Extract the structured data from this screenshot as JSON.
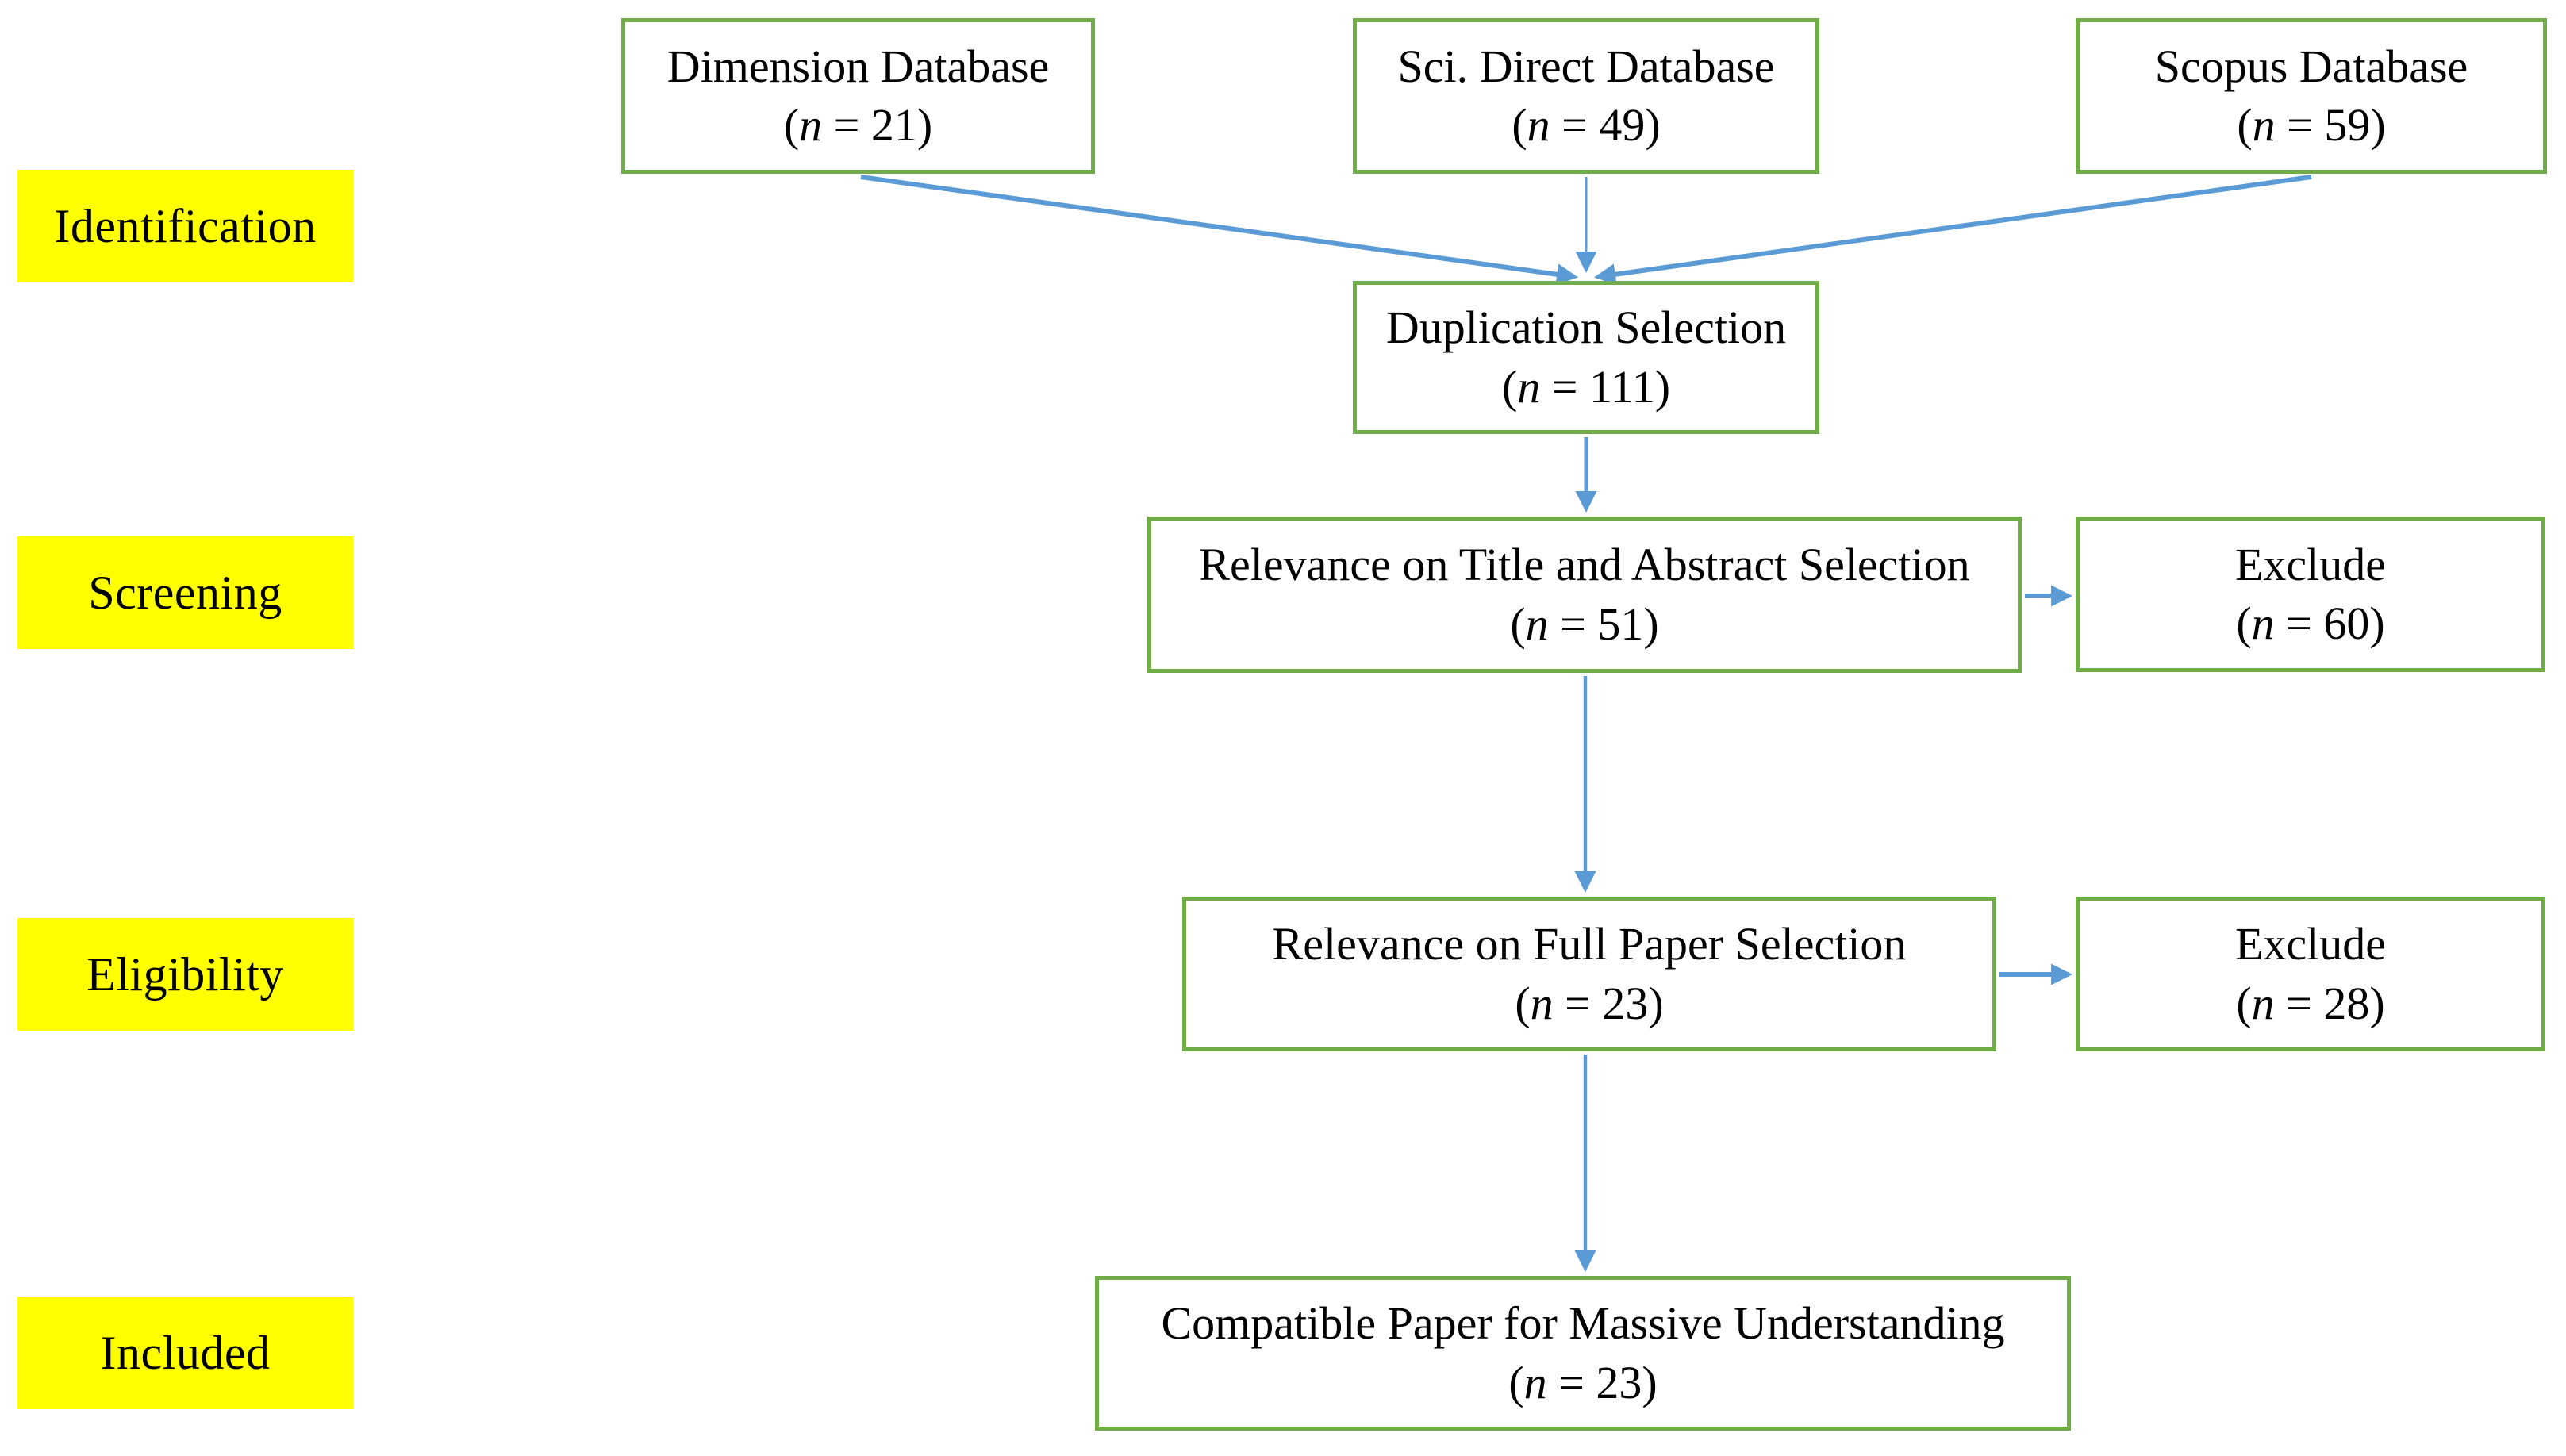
{
  "diagram": {
    "type": "prisma-flow",
    "colors": {
      "box_border": "#70AD47",
      "arrow": "#5B9BD5",
      "stage_bg": "#FFFF00",
      "text": "#000000"
    },
    "stages": [
      {
        "id": "identification",
        "label": "Identification"
      },
      {
        "id": "screening",
        "label": "Screening"
      },
      {
        "id": "eligibility",
        "label": "Eligibility"
      },
      {
        "id": "included",
        "label": "Included"
      }
    ],
    "nodes": {
      "dimension": {
        "title": "Dimension Database",
        "count": "(n = 21)",
        "n": 21
      },
      "scidirect": {
        "title": "Sci. Direct Database",
        "count": "(n = 49)",
        "n": 49
      },
      "scopus": {
        "title": "Scopus Database",
        "count": "(n = 59)",
        "n": 59
      },
      "duplication": {
        "title": "Duplication Selection",
        "count": "(n = 111)",
        "n": 111
      },
      "title_abstract": {
        "title": "Relevance on Title and Abstract Selection",
        "count": "(n = 51)",
        "n": 51
      },
      "exclude_screening": {
        "title": "Exclude",
        "count": "(n = 60)",
        "n": 60
      },
      "full_paper": {
        "title": "Relevance on Full Paper Selection",
        "count": "(n = 23)",
        "n": 23
      },
      "exclude_eligibility": {
        "title": "Exclude",
        "count": "(n = 28)",
        "n": 28
      },
      "included_paper": {
        "title": "Compatible Paper for Massive Understanding",
        "count": "(n = 23)",
        "n": 23
      }
    },
    "edges": [
      {
        "from": "dimension",
        "to": "duplication"
      },
      {
        "from": "scidirect",
        "to": "duplication"
      },
      {
        "from": "scopus",
        "to": "duplication"
      },
      {
        "from": "duplication",
        "to": "title_abstract"
      },
      {
        "from": "title_abstract",
        "to": "exclude_screening"
      },
      {
        "from": "title_abstract",
        "to": "full_paper"
      },
      {
        "from": "full_paper",
        "to": "exclude_eligibility"
      },
      {
        "from": "full_paper",
        "to": "included_paper"
      }
    ]
  }
}
